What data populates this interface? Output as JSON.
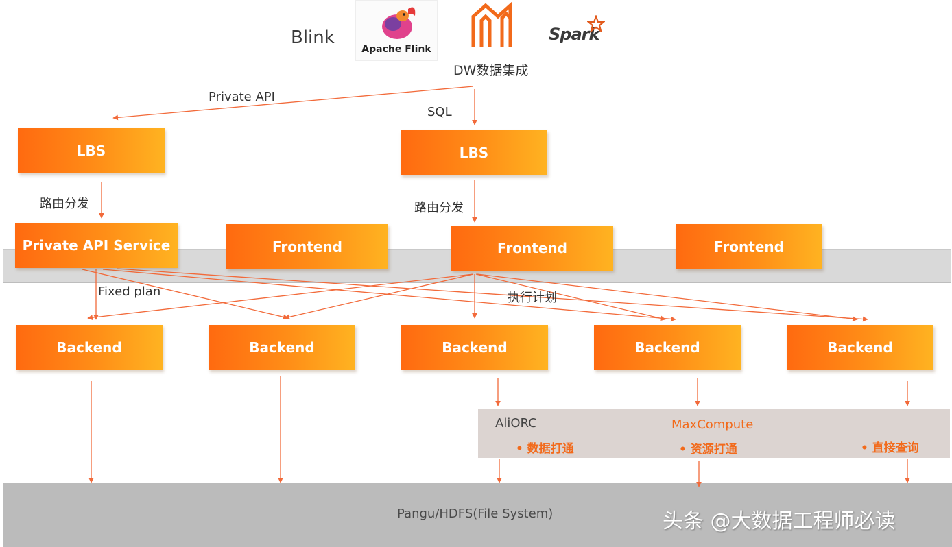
{
  "top": {
    "blink_label": "Blink",
    "flink_label": "Apache Flink",
    "spark_label": "Spark",
    "dw_label": "DW数据集成"
  },
  "edges": {
    "private_api": "Private API",
    "sql": "SQL",
    "route_left": "路由分发",
    "route_right": "路由分发",
    "fixed_plan": "Fixed plan",
    "exec_plan": "执行计划"
  },
  "lbs": [
    "LBS",
    "LBS"
  ],
  "private_api_service": "Private API Service",
  "frontends": [
    "Frontend",
    "Frontend",
    "Frontend"
  ],
  "backends": [
    "Backend",
    "Backend",
    "Backend",
    "Backend",
    "Backend"
  ],
  "storage": {
    "aliorc_title": "AliORC",
    "aliorc_item": "数据打通",
    "maxcompute_title": "MaxCompute",
    "maxcompute_item": "资源打通",
    "query_item": "直接查询"
  },
  "filesystem": "Pangu/HDFS(File System)",
  "watermark": "头条 @大数据工程师必读",
  "colors": {
    "box_start": "#ff6a10",
    "box_end": "#ffb321",
    "arrow": "#f26a3a",
    "maxcompute_title": "#f26a1b",
    "aliorc_title": "#444444"
  }
}
